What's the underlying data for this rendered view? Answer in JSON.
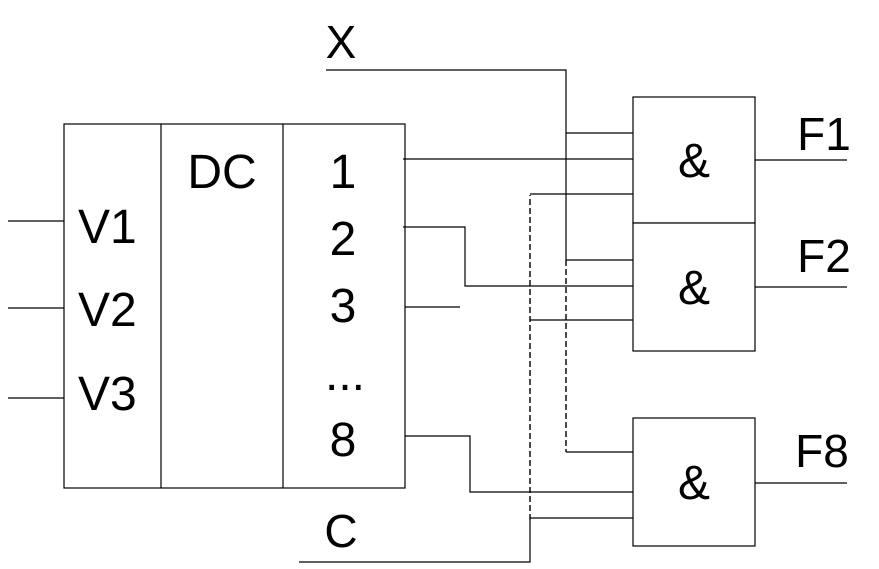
{
  "decoder": {
    "title": "DC",
    "inputs": [
      "V1",
      "V2",
      "V3"
    ],
    "outputs": [
      "1",
      "2",
      "3",
      "...",
      "8"
    ]
  },
  "signals": {
    "x_label": "X",
    "c_label": "C"
  },
  "gates": [
    {
      "symbol": "&",
      "output": "F1"
    },
    {
      "symbol": "&",
      "output": "F2"
    },
    {
      "symbol": "&",
      "output": "F8"
    }
  ],
  "colors": {
    "line": "#000000",
    "background": "#ffffff"
  }
}
